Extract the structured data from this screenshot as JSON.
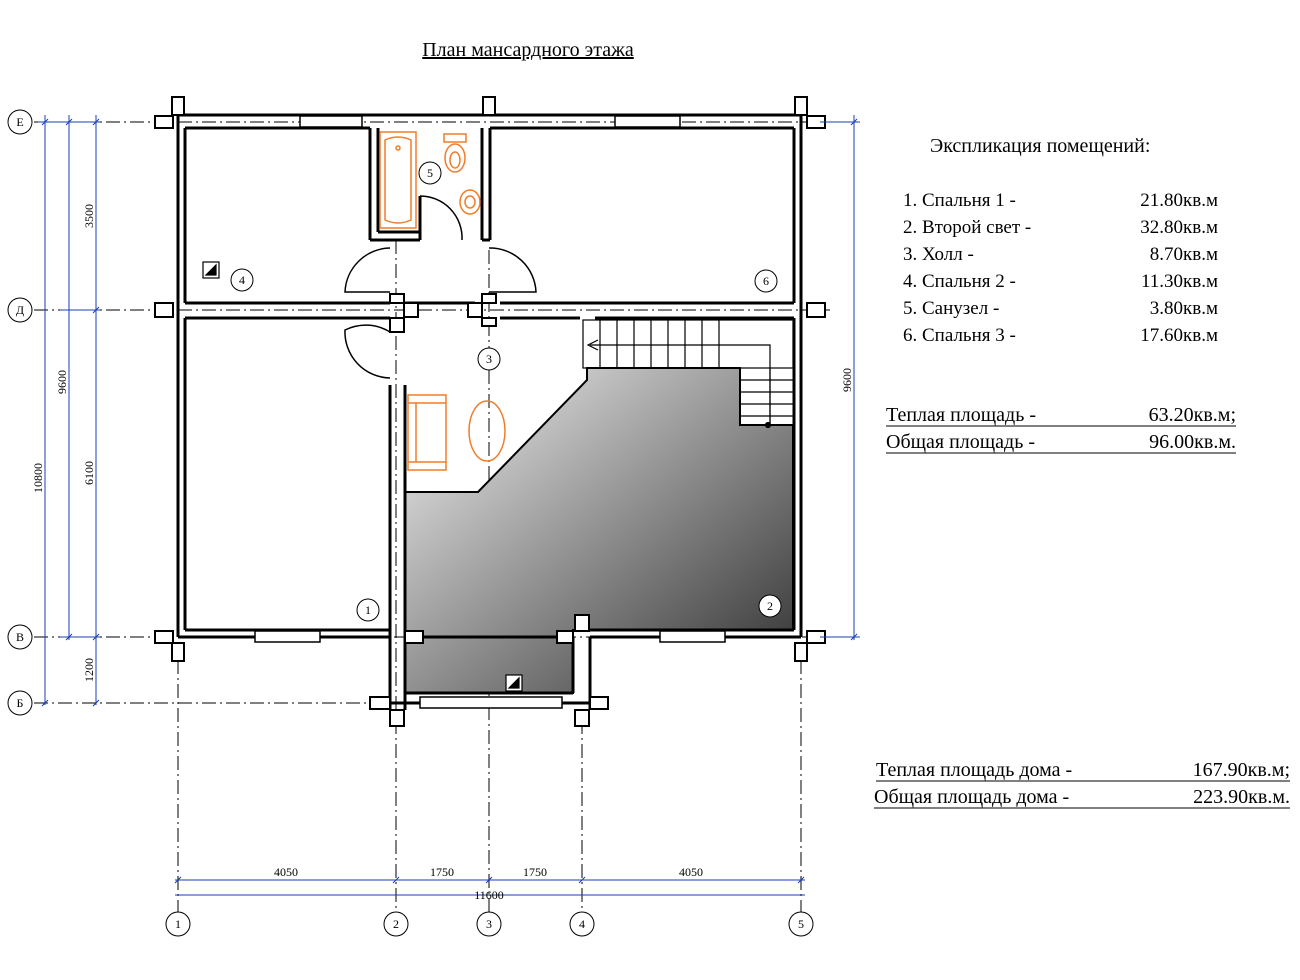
{
  "title": "План мансардного этажа",
  "axes": {
    "rows": [
      "Е",
      "Д",
      "В",
      "Б"
    ],
    "cols": [
      "1",
      "2",
      "3",
      "4",
      "5"
    ]
  },
  "dimensions": {
    "left_outer": "10800",
    "left_mid": "9600",
    "left_a": "3500",
    "left_b": "6100",
    "left_c": "1200",
    "right": "9600",
    "bottom": [
      "4050",
      "1750",
      "1750",
      "4050"
    ],
    "bottom_total": "11600"
  },
  "rooms": [
    "1",
    "2",
    "3",
    "4",
    "5",
    "6"
  ],
  "explication": {
    "title": "Экспликация помещений:",
    "items": [
      {
        "name": "1. Спальня 1  -",
        "area": "21.80кв.м"
      },
      {
        "name": "2. Второй свет -",
        "area": "32.80кв.м"
      },
      {
        "name": "3. Холл -",
        "area": "8.70кв.м"
      },
      {
        "name": "4. Спальня 2 -",
        "area": "11.30кв.м"
      },
      {
        "name": "5. Санузел -",
        "area": "3.80кв.м"
      },
      {
        "name": "6. Спальня 3 -",
        "area": "17.60кв.м"
      }
    ]
  },
  "floor_area": {
    "warm_label": "Теплая площадь  -",
    "warm_value": "63.20кв.м;",
    "total_label": "Общая площадь   -",
    "total_value": "96.00кв.м."
  },
  "house_area": {
    "warm_label": "Теплая площадь дома  -",
    "warm_value": "167.90кв.м;",
    "total_label": "Общая площадь дома   -",
    "total_value": "223.90кв.м."
  },
  "colors": {
    "walls": "#000000",
    "dimension_lines": "#1a3fb5",
    "fixtures": "#f07d2a",
    "void_dark": "#2e2e2e",
    "void_light": "#f2f2f2"
  }
}
